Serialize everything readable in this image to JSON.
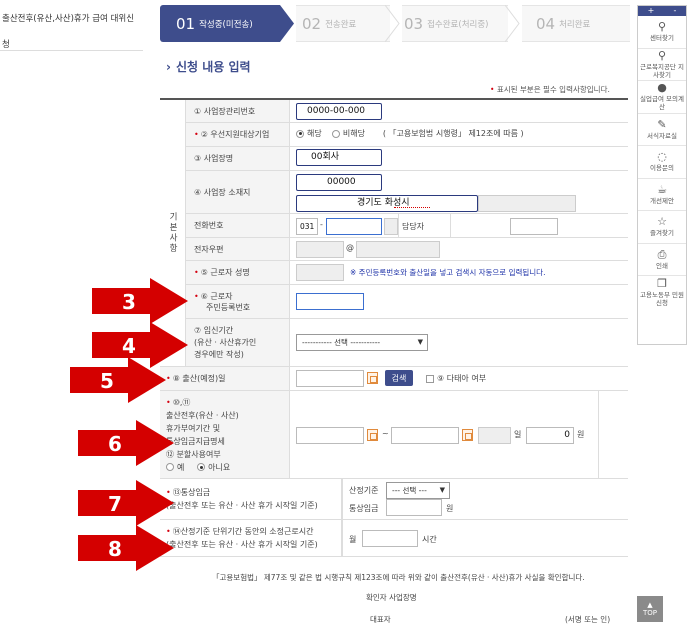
{
  "left_sidebar": {
    "title_line1": "출산전후(유산,사산)휴가 급여 대위신",
    "title_line2": "청"
  },
  "steps": [
    {
      "num": "01",
      "label": "작성중(미전송)",
      "active": true
    },
    {
      "num": "02",
      "label": "전송완료",
      "active": false
    },
    {
      "num": "03",
      "label": "접수완료(처리중)",
      "active": false
    },
    {
      "num": "04",
      "label": "처리완료",
      "active": false
    }
  ],
  "section_title": "신청 내용 입력",
  "required_note": "표시된 부분은 필수 입력사항입니다.",
  "category_label": "기본사항",
  "form": {
    "biz_no": {
      "label": "① 사업장관리번호",
      "value": "0000-00-000"
    },
    "priority_biz": {
      "label": "② 우선지원대상기업",
      "opt_yes": "해당",
      "opt_no": "비해당",
      "note": "( 「고용보험법 시행령」 제12조에 따름 )"
    },
    "biz_name": {
      "label": "③ 사업장명",
      "value": "00회사"
    },
    "biz_addr": {
      "label": "④ 사업장 소재지",
      "zip": "00000",
      "addr": "경기도 화성시"
    },
    "phone": {
      "label": "전화번호",
      "area": "031",
      "dash": "-",
      "contact_label": "담당자"
    },
    "email": {
      "label": "전자우편",
      "at": "@"
    },
    "worker_name": {
      "label": "⑤ 근로자 성명",
      "note": "※ 주민등록번호와 출산일을 넣고 검색시 자동으로 입력됩니다."
    },
    "worker_id": {
      "label_line1": "⑥ 근로자",
      "label_line2": "주민등록번호"
    },
    "pregnancy": {
      "label_line1": "⑦ 임신기간",
      "label_line2": "(유산 · 사산휴가인",
      "label_line3": "경우에만 작성)",
      "select_value": "----------- 선택 -----------"
    },
    "birth_date": {
      "label": "⑧ 출산(예정)일",
      "search_btn": "검색",
      "twins_label": "⑨ 다태아 여부"
    },
    "leave": {
      "label_line1": "⑩,⑪",
      "label_line2": "출산전후(유산 · 사산)",
      "label_line3": "휴가부여기간 및",
      "label_line4": "통상임금지급명세",
      "label_line5": "⑫ 분할사용여부",
      "opt_yes": "예",
      "opt_no": "아니요",
      "tilde": "~",
      "day_unit": "일",
      "amount": "0",
      "won": "원"
    },
    "wage": {
      "label_line1": "⑬통상임금",
      "label_line2": "(출산전후 또는 유산 · 사산 휴가 시작일 기준)",
      "base_label": "산정기준",
      "base_select": "--- 선택 ---",
      "wage_label": "통상임금",
      "won": "원"
    },
    "hours": {
      "label_line1": "⑭산정기준 단위기간 동안의 소정근로시간",
      "label_line2": "(출산전후 또는 유산 · 사산 휴가 시작일 기준)",
      "month": "월",
      "hour_unit": "시간"
    }
  },
  "markers": [
    "3",
    "4",
    "5",
    "6",
    "7",
    "8"
  ],
  "footer": {
    "statement": "「고용보험법」 제77조 및 같은 법 시행규칙 제123조에 따라 위와 같이 출산전후(유산 · 사산)휴가 사실을 확인합니다.",
    "confirmer": "확인자 사업장명",
    "rep": "대표자",
    "sign": "(서명 또는 인)"
  },
  "quick_menu": {
    "top_plus": "+",
    "top_minus": "-",
    "items": [
      {
        "icon": "location-icon",
        "label": "센터찾기"
      },
      {
        "icon": "location-icon",
        "label": "근로복지공단 지사찾기"
      },
      {
        "icon": "person-icon",
        "label": "실업급여 모의계산"
      },
      {
        "icon": "edit-icon",
        "label": "서식자료실"
      },
      {
        "icon": "chat-icon",
        "label": "이용문의"
      },
      {
        "icon": "cup-icon",
        "label": "개선제안"
      },
      {
        "icon": "star-icon",
        "label": "즐겨찾기"
      },
      {
        "icon": "print-icon",
        "label": "인쇄"
      },
      {
        "icon": "document-icon",
        "label": "고용노동부 민원신청"
      }
    ]
  },
  "top_button": "TOP",
  "colors": {
    "accent": "#3e4d8c",
    "marker_red": "#d40000",
    "required": "#d4000f"
  }
}
